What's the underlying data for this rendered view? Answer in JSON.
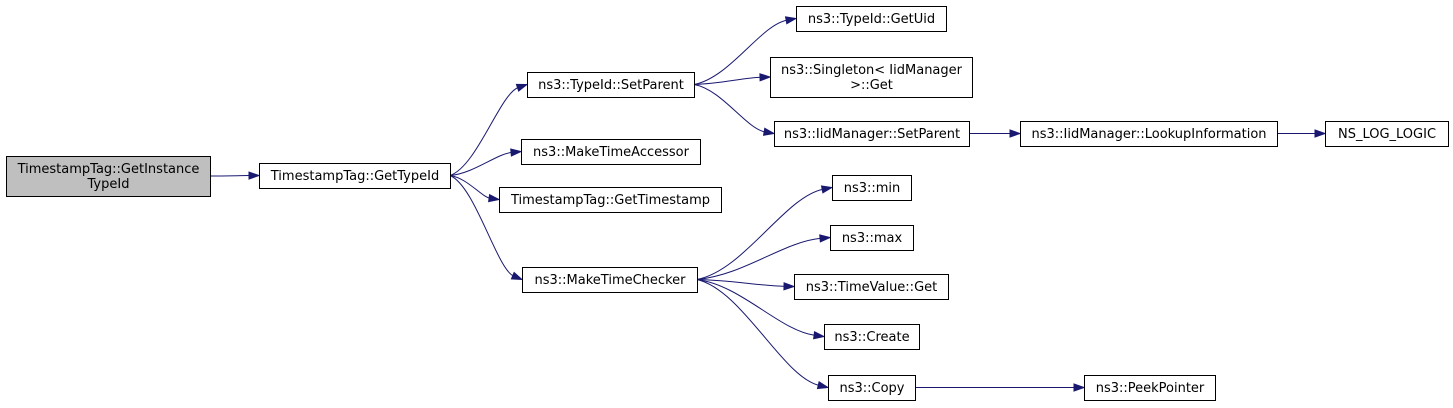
{
  "graph": {
    "nodes": [
      {
        "id": "root",
        "lines": [
          "TimestampTag::GetInstance",
          "TypeId"
        ],
        "root": true
      },
      {
        "id": "gettypeid",
        "lines": [
          "TimestampTag::GetTypeId"
        ]
      },
      {
        "id": "setparent",
        "lines": [
          "ns3::TypeId::SetParent"
        ]
      },
      {
        "id": "maketimeaccessor",
        "lines": [
          "ns3::MakeTimeAccessor"
        ]
      },
      {
        "id": "gettimestamp",
        "lines": [
          "TimestampTag::GetTimestamp"
        ]
      },
      {
        "id": "maketimechecker",
        "lines": [
          "ns3::MakeTimeChecker"
        ]
      },
      {
        "id": "getuid",
        "lines": [
          "ns3::TypeId::GetUid"
        ]
      },
      {
        "id": "singletonget",
        "lines": [
          "ns3::Singleton< IidManager",
          ">::Get"
        ]
      },
      {
        "id": "iidsetparent",
        "lines": [
          "ns3::IidManager::SetParent"
        ]
      },
      {
        "id": "lookupinfo",
        "lines": [
          "ns3::IidManager::LookupInformation"
        ]
      },
      {
        "id": "nslog",
        "lines": [
          "NS_LOG_LOGIC"
        ]
      },
      {
        "id": "min",
        "lines": [
          "ns3::min"
        ]
      },
      {
        "id": "max",
        "lines": [
          "ns3::max"
        ]
      },
      {
        "id": "timevalueget",
        "lines": [
          "ns3::TimeValue::Get"
        ]
      },
      {
        "id": "create",
        "lines": [
          "ns3::Create"
        ]
      },
      {
        "id": "copy",
        "lines": [
          "ns3::Copy"
        ]
      },
      {
        "id": "peekpointer",
        "lines": [
          "ns3::PeekPointer"
        ]
      }
    ],
    "edges": [
      {
        "from": "root",
        "to": "gettypeid"
      },
      {
        "from": "gettypeid",
        "to": "setparent"
      },
      {
        "from": "gettypeid",
        "to": "maketimeaccessor"
      },
      {
        "from": "gettypeid",
        "to": "gettimestamp"
      },
      {
        "from": "gettypeid",
        "to": "maketimechecker"
      },
      {
        "from": "setparent",
        "to": "getuid"
      },
      {
        "from": "setparent",
        "to": "singletonget"
      },
      {
        "from": "setparent",
        "to": "iidsetparent"
      },
      {
        "from": "iidsetparent",
        "to": "lookupinfo"
      },
      {
        "from": "lookupinfo",
        "to": "nslog"
      },
      {
        "from": "maketimechecker",
        "to": "min"
      },
      {
        "from": "maketimechecker",
        "to": "max"
      },
      {
        "from": "maketimechecker",
        "to": "timevalueget"
      },
      {
        "from": "maketimechecker",
        "to": "create"
      },
      {
        "from": "maketimechecker",
        "to": "copy"
      },
      {
        "from": "copy",
        "to": "peekpointer"
      }
    ],
    "colors": {
      "edge": "#191970",
      "root_fill": "#bfbfbf",
      "node_fill": "#ffffff",
      "border": "#000000"
    }
  }
}
